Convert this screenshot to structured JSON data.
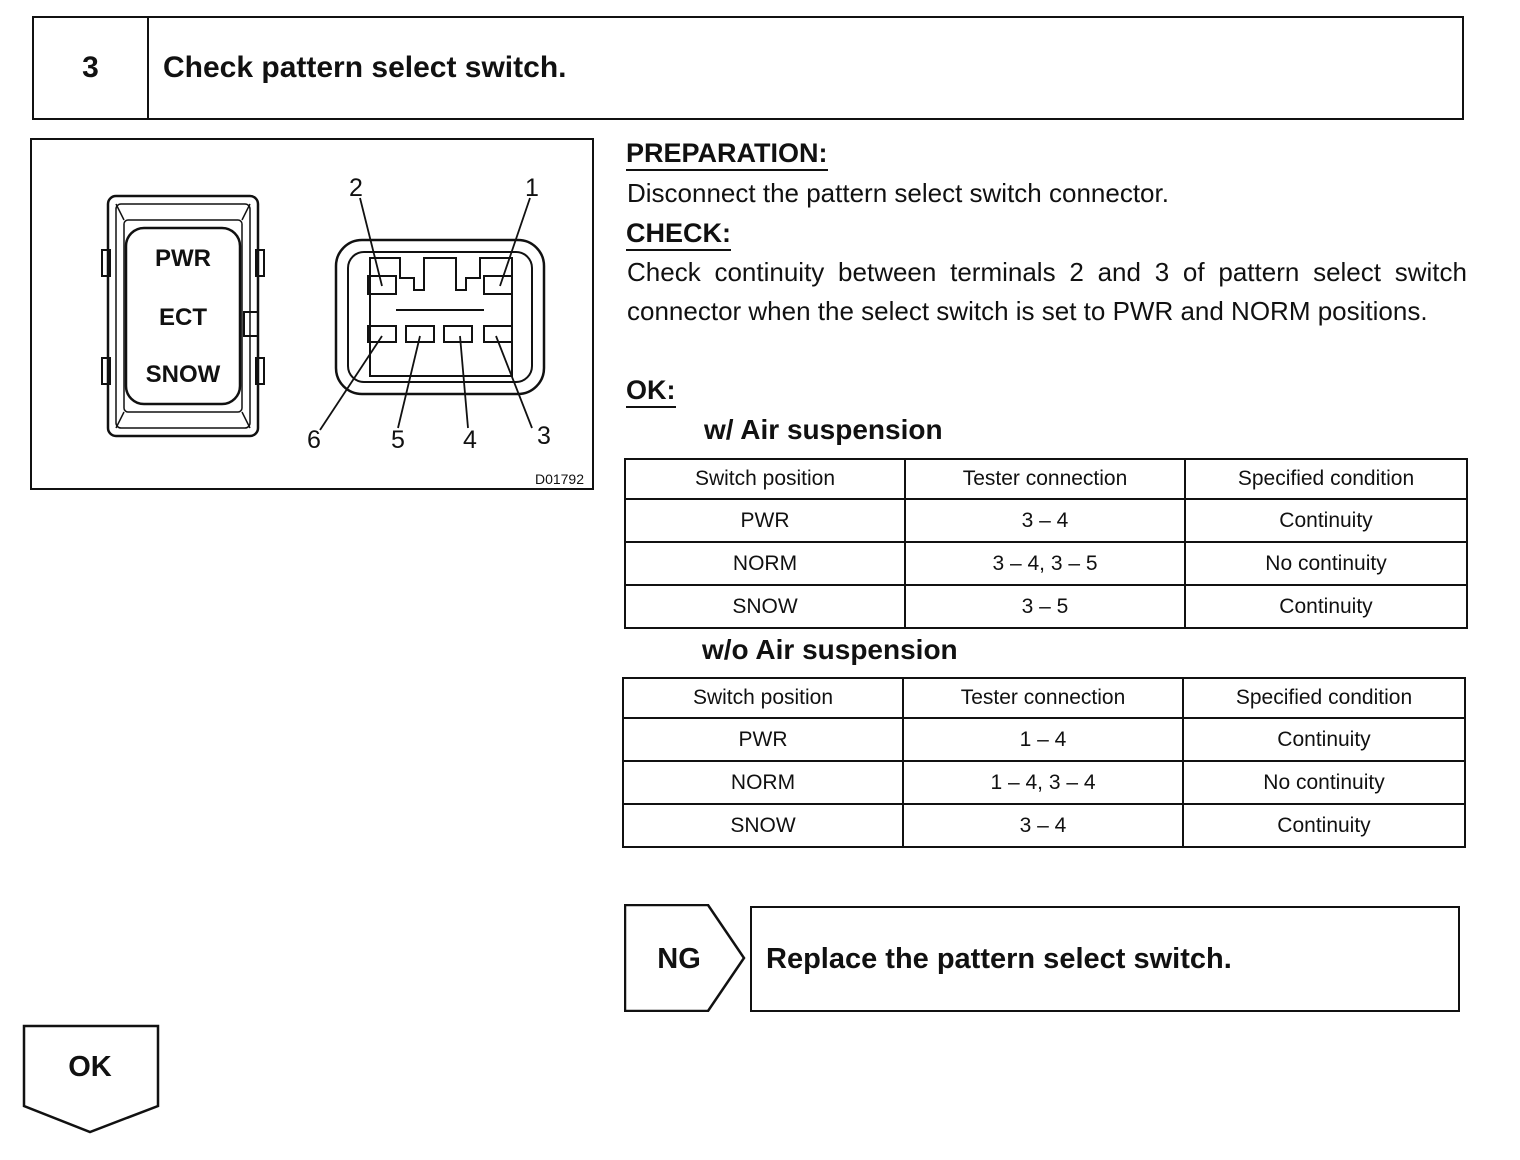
{
  "step": {
    "number": "3",
    "title": "Check pattern select switch."
  },
  "figure": {
    "switch_labels": [
      "PWR",
      "ECT",
      "SNOW"
    ],
    "terminals": {
      "t1": "1",
      "t2": "2",
      "t3": "3",
      "t4": "4",
      "t5": "5",
      "t6": "6"
    },
    "code": "D01792"
  },
  "preparation": {
    "label": "PREPARATION:",
    "text": "Disconnect the pattern select switch connector."
  },
  "check": {
    "label": "CHECK:",
    "text": "Check continuity between terminals 2 and 3 of pattern select switch connector when the select switch is set to PWR and NORM positions."
  },
  "ok": {
    "label": "OK:",
    "tables": [
      {
        "heading": "w/ Air suspension",
        "columns": [
          "Switch position",
          "Tester connection",
          "Specified condition"
        ],
        "rows": [
          [
            "PWR",
            "3 – 4",
            "Continuity"
          ],
          [
            "NORM",
            "3 – 4, 3 – 5",
            "No continuity"
          ],
          [
            "SNOW",
            "3 – 5",
            "Continuity"
          ]
        ]
      },
      {
        "heading": "w/o Air suspension",
        "columns": [
          "Switch position",
          "Tester connection",
          "Specified condition"
        ],
        "rows": [
          [
            "PWR",
            "1 – 4",
            "Continuity"
          ],
          [
            "NORM",
            "1 – 4, 3 – 4",
            "No continuity"
          ],
          [
            "SNOW",
            "3 – 4",
            "Continuity"
          ]
        ]
      }
    ]
  },
  "ng": {
    "tag": "NG",
    "result": "Replace the pattern select switch."
  },
  "ok_tag": "OK"
}
